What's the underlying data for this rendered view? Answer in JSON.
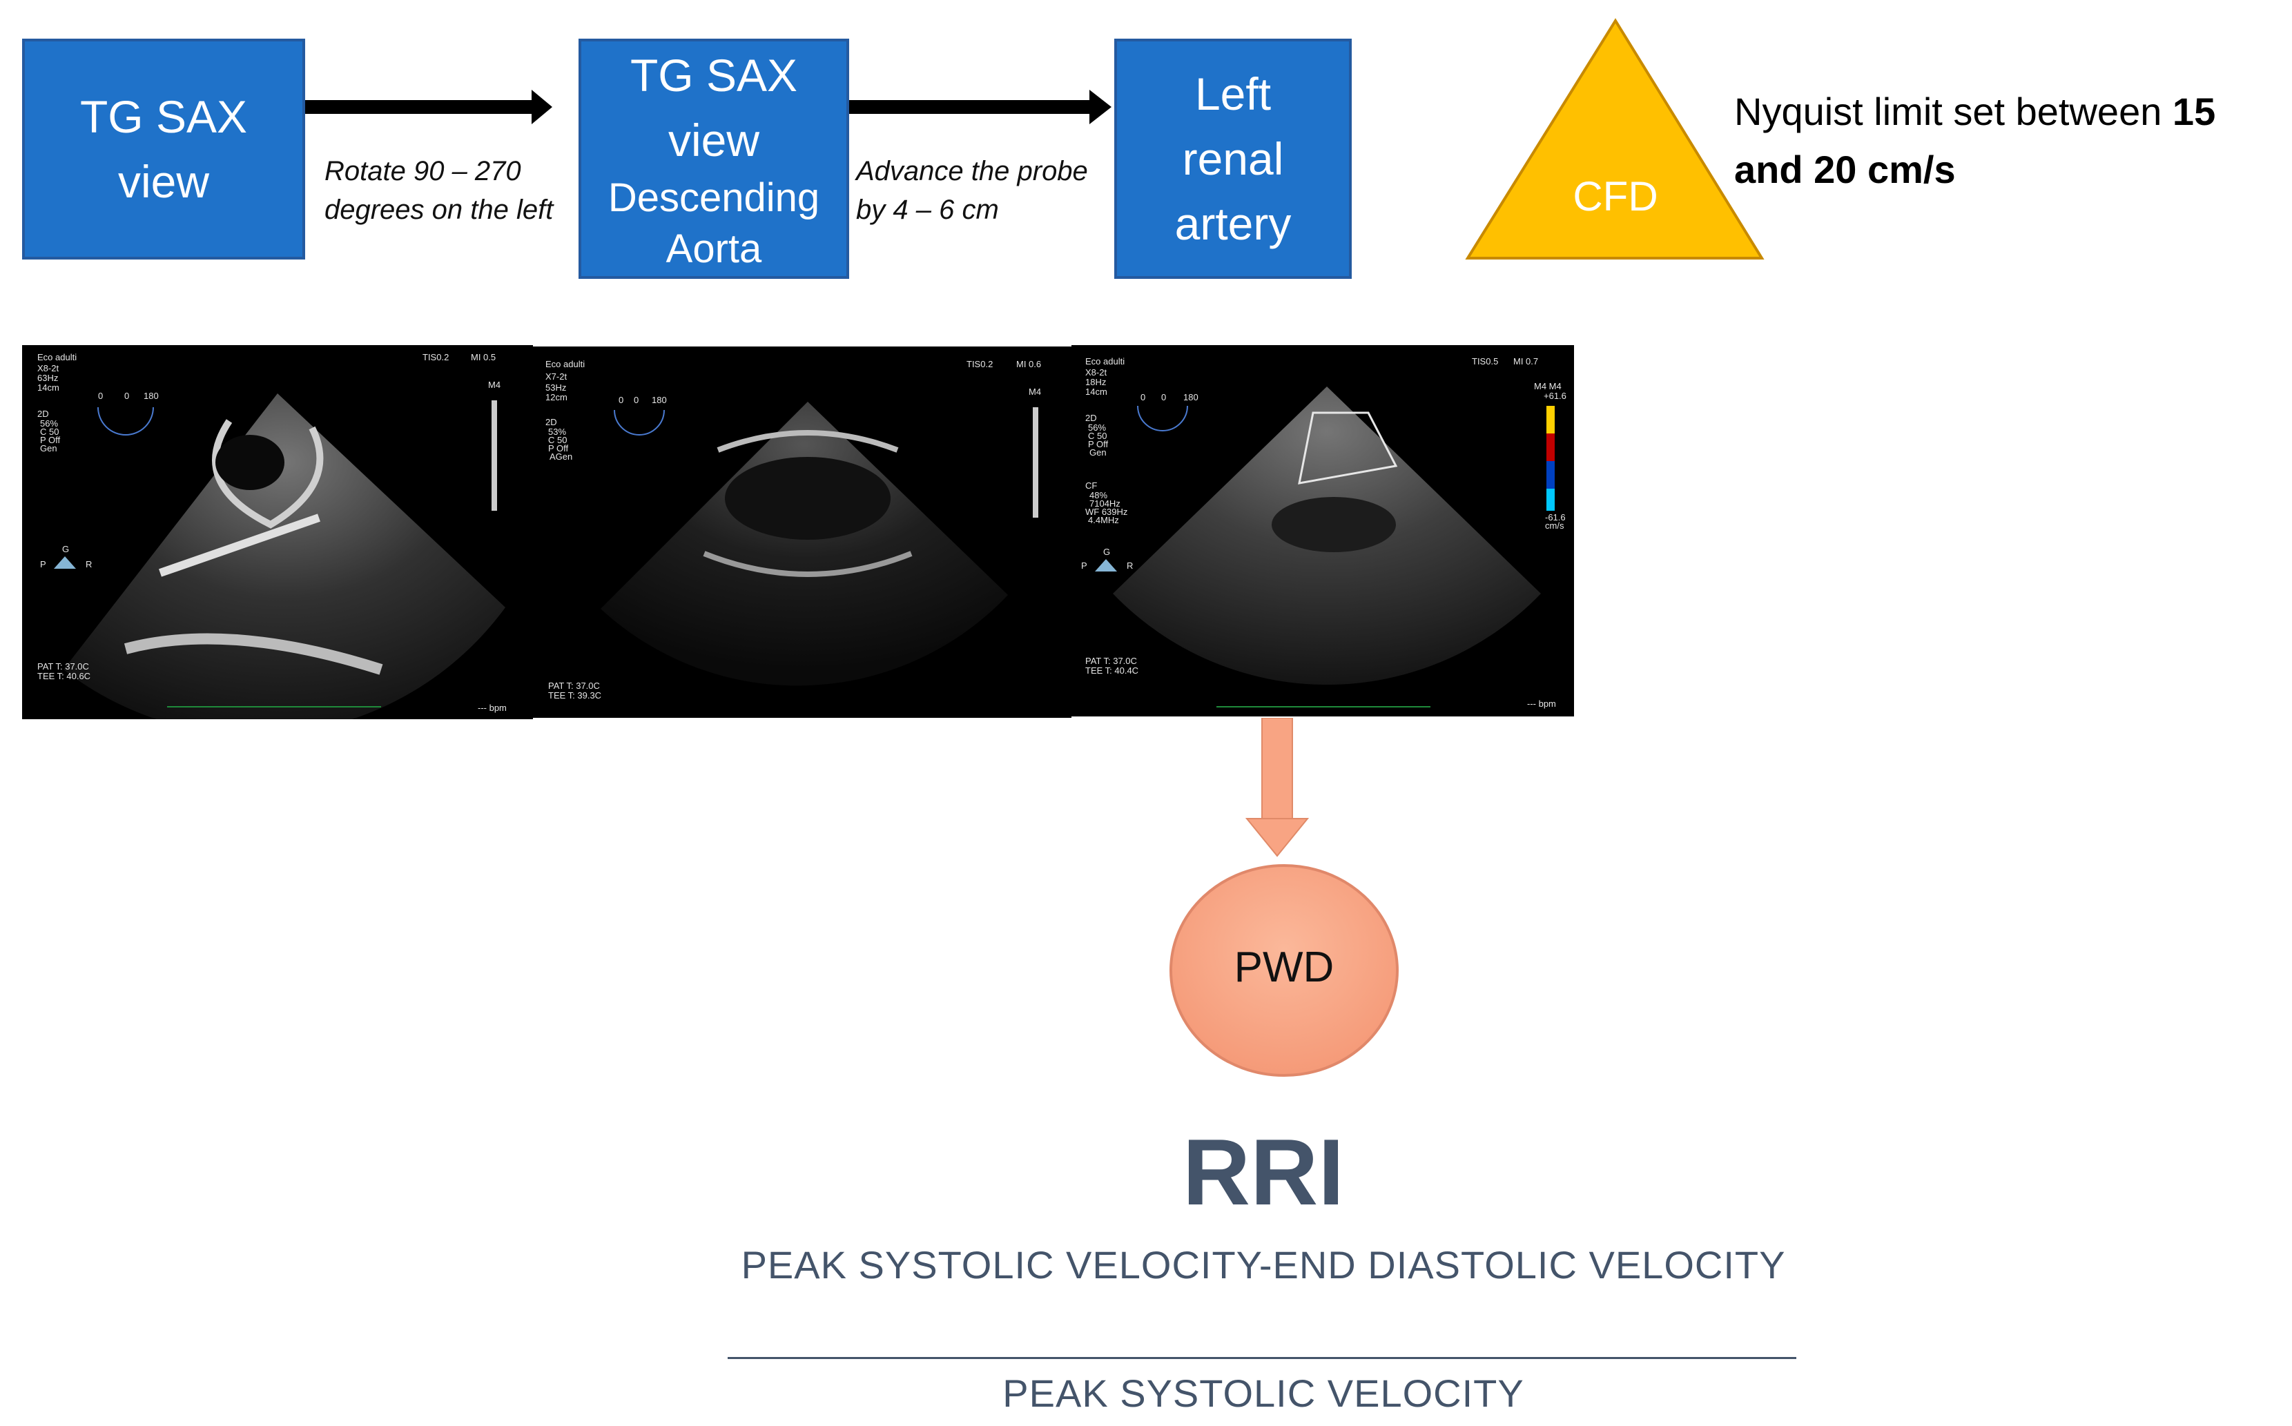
{
  "flow": {
    "box1": {
      "line1": "TG SAX",
      "line2": "view"
    },
    "arrow1_label": {
      "line1": "Rotate 90 – 270",
      "line2": "degrees on the left"
    },
    "box2": {
      "line1": "TG SAX",
      "line2": "view",
      "line3": "Descending",
      "line4": "Aorta"
    },
    "arrow2_label": {
      "line1": "Advance the probe",
      "line2": "by 4 – 6  cm"
    },
    "box3": {
      "line1": "Left",
      "line2": "renal",
      "line3": "artery"
    }
  },
  "cfd": {
    "label": "CFD",
    "note_plain1": "Nyquist limit set between ",
    "note_bold1": "15",
    "note_bold2": "and 20 cm/s"
  },
  "ultrasound": [
    {
      "title": "Eco adulti",
      "probe": "X8-2t",
      "fr": "63Hz",
      "depth": "14cm",
      "mode": "2D",
      "gain": "56%",
      "c": "C 50",
      "p": "P Off",
      "gen": "Gen",
      "tis": "TIS0.2",
      "mi": "MI 0.5",
      "scale": "M4",
      "pat": "PAT T: 37.0C",
      "tee": "TEE T: 40.6C",
      "bpm": "--- bpm",
      "angle_left": "0",
      "angle_mid": "0",
      "angle_right": "180",
      "orient_g": "G",
      "orient_p": "P",
      "orient_r": "R"
    },
    {
      "title": "Eco adulti",
      "probe": "X7-2t",
      "fr": "53Hz",
      "depth": "12cm",
      "mode": "2D",
      "gain": "53%",
      "c": "C 50",
      "p": "P Off",
      "gen": "AGen",
      "tis": "TIS0.2",
      "mi": "MI 0.6",
      "scale": "M4",
      "pat": "PAT T: 37.0C",
      "tee": "TEE T: 39.3C",
      "angle_left": "0",
      "angle_mid": "0",
      "angle_right": "180"
    },
    {
      "title": "Eco adulti",
      "probe": "X8-2t",
      "fr": "18Hz",
      "depth": "14cm",
      "mode": "2D",
      "gain": "56%",
      "c": "C 50",
      "p": "P Off",
      "gen": "Gen",
      "cf": "CF",
      "cf_gain": "48%",
      "cf_prf": "7104Hz",
      "cf_wf": "WF 639Hz",
      "cf_freq": "4.4MHz",
      "tis": "TIS0.5",
      "mi": "MI 0.7",
      "scale": "M4 M4",
      "vel_pos": "+61.6",
      "vel_neg": "-61.6",
      "vel_unit": "cm/s",
      "pat": "PAT T: 37.0C",
      "tee": "TEE T: 40.4C",
      "bpm": "--- bpm",
      "angle_left": "0",
      "angle_mid": "0",
      "angle_right": "180",
      "orient_g": "G",
      "orient_p": "P",
      "orient_r": "R"
    }
  ],
  "pwd": {
    "label": "PWD"
  },
  "rri": {
    "title": "RRI",
    "numerator": "PEAK SYSTOLIC VELOCITY-END DIASTOLIC VELOCITY",
    "denominator": "PEAK SYSTOLIC VELOCITY"
  },
  "colors": {
    "box": "#1f72c9",
    "triangle": "#ffc000",
    "pwd": "#f8a483",
    "arrow": "#f8a483",
    "rri": "#44546a"
  }
}
